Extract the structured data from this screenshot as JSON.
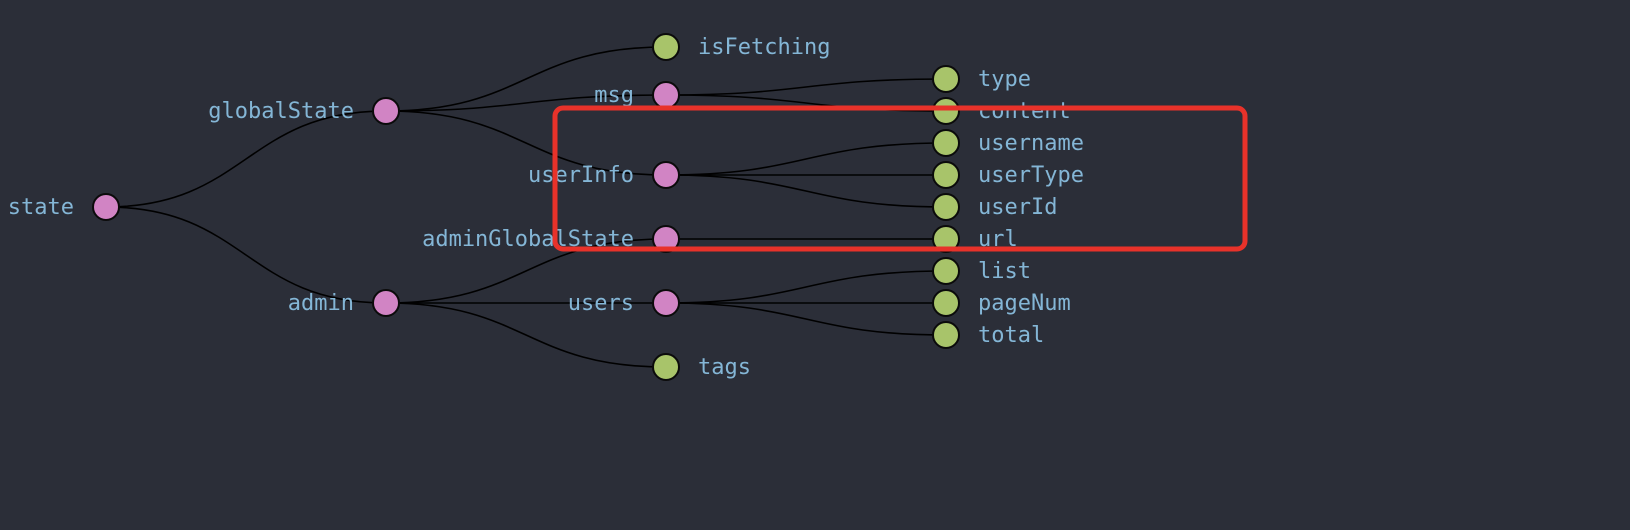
{
  "colors": {
    "background": "#2b2e38",
    "branch_node": "#d184c4",
    "leaf_node": "#a8c46a",
    "label": "#84b6d6",
    "link": "#000000",
    "highlight": "#e8322a"
  },
  "tree": {
    "id": "state",
    "label": "state",
    "kind": "branch",
    "children": [
      {
        "id": "globalState",
        "label": "globalState",
        "kind": "branch",
        "children": [
          {
            "id": "isFetching",
            "label": "isFetching",
            "kind": "leaf"
          },
          {
            "id": "msg",
            "label": "msg",
            "kind": "branch",
            "children": [
              {
                "id": "type",
                "label": "type",
                "kind": "leaf"
              },
              {
                "id": "content",
                "label": "content",
                "kind": "leaf"
              }
            ]
          },
          {
            "id": "userInfo",
            "label": "userInfo",
            "kind": "branch",
            "children": [
              {
                "id": "username",
                "label": "username",
                "kind": "leaf"
              },
              {
                "id": "userType",
                "label": "userType",
                "kind": "leaf"
              },
              {
                "id": "userId",
                "label": "userId",
                "kind": "leaf"
              }
            ]
          }
        ]
      },
      {
        "id": "admin",
        "label": "admin",
        "kind": "branch",
        "children": [
          {
            "id": "adminGlobalState",
            "label": "adminGlobalState",
            "kind": "branch",
            "children": [
              {
                "id": "url",
                "label": "url",
                "kind": "leaf"
              }
            ]
          },
          {
            "id": "users",
            "label": "users",
            "kind": "branch",
            "children": [
              {
                "id": "list",
                "label": "list",
                "kind": "leaf"
              },
              {
                "id": "pageNum",
                "label": "pageNum",
                "kind": "leaf"
              },
              {
                "id": "total",
                "label": "total",
                "kind": "leaf"
              }
            ]
          },
          {
            "id": "tags",
            "label": "tags",
            "kind": "leaf"
          }
        ]
      }
    ]
  },
  "highlight": {
    "node": "userInfo",
    "shape": "rounded-rectangle"
  }
}
